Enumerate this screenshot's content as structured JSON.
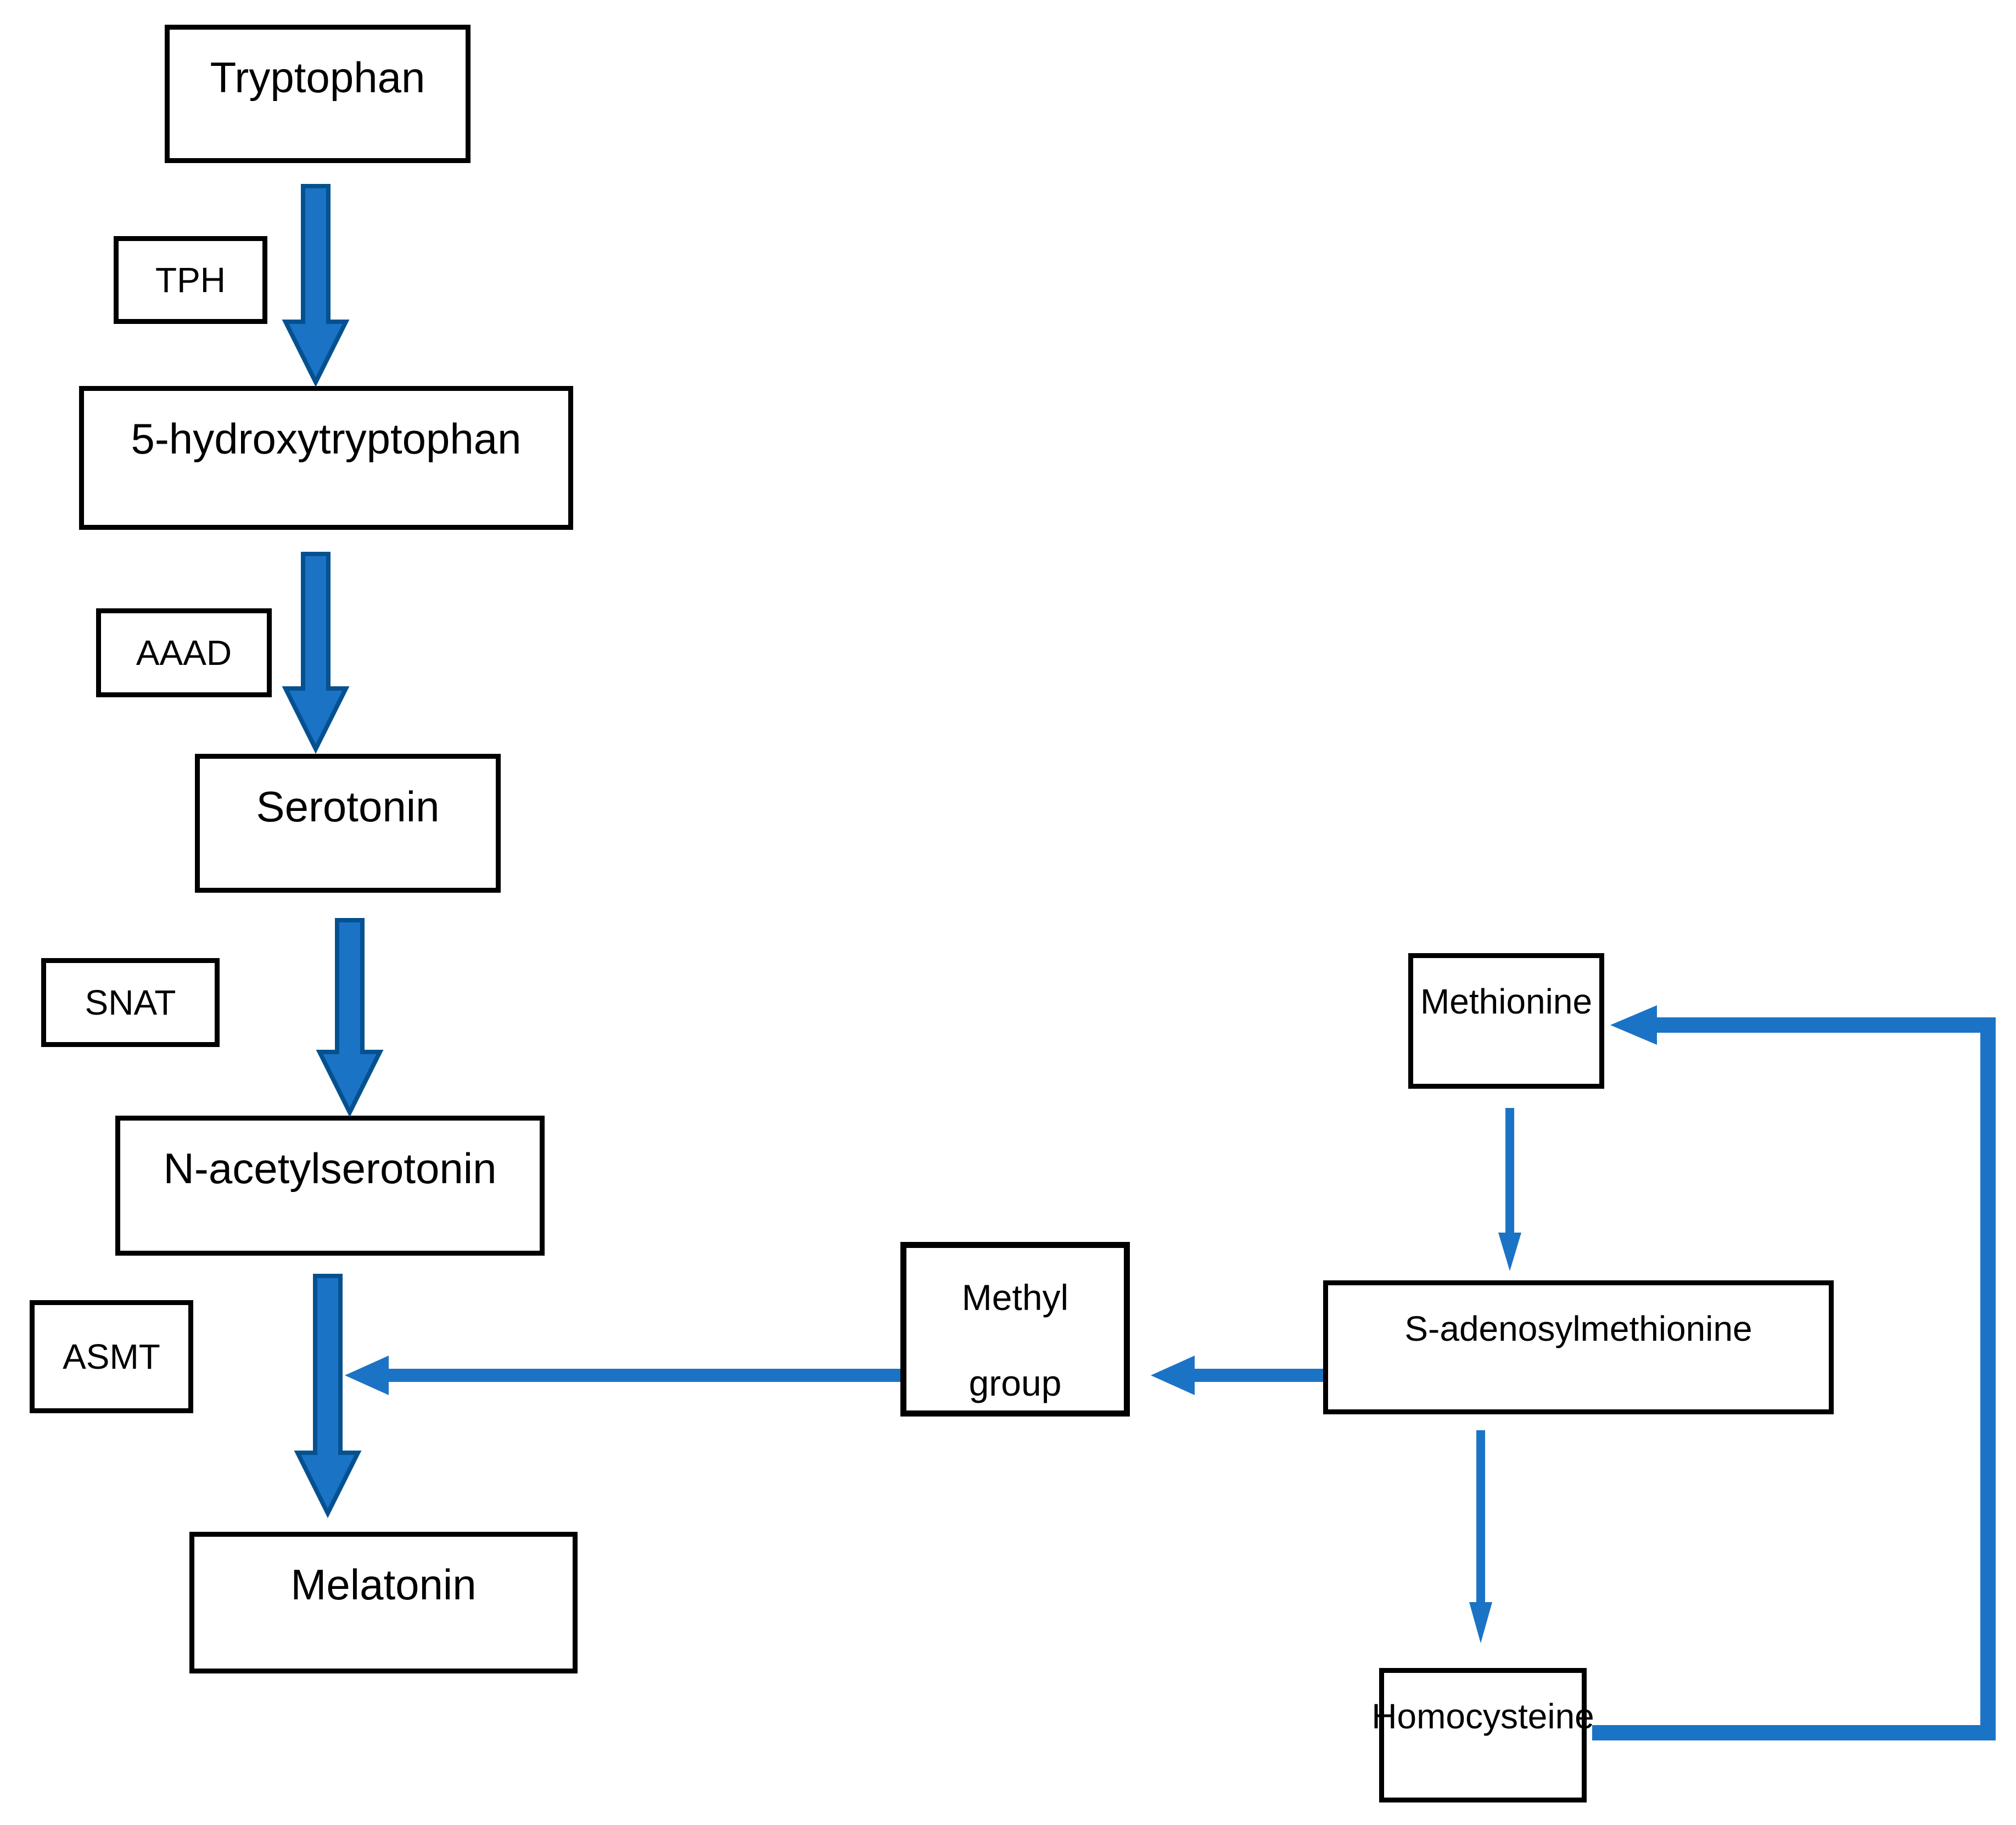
{
  "diagram": {
    "nodes": {
      "tryptophan": {
        "label": "Tryptophan"
      },
      "five_htp": {
        "label": "5-hydroxytryptophan"
      },
      "serotonin": {
        "label": "Serotonin"
      },
      "n_acetylserotonin": {
        "label": "N-acetylserotonin"
      },
      "melatonin": {
        "label": "Melatonin"
      },
      "methyl_group": {
        "line1": "Methyl",
        "line2": "group"
      },
      "methionine": {
        "label": "Methionine"
      },
      "sam": {
        "label": "S-adenosylmethionine"
      },
      "homocysteine": {
        "label": "Homocysteine"
      }
    },
    "enzymes": {
      "tph": {
        "label": "TPH"
      },
      "aaad": {
        "label": "AAAD"
      },
      "snat": {
        "label": "SNAT"
      },
      "asmt": {
        "label": "ASMT"
      }
    },
    "colors": {
      "arrow_fill": "#1B73C6",
      "arrow_outline": "#05518F",
      "box_border": "#000000",
      "text_color": "#000000",
      "background": "#FFFFFF"
    }
  }
}
